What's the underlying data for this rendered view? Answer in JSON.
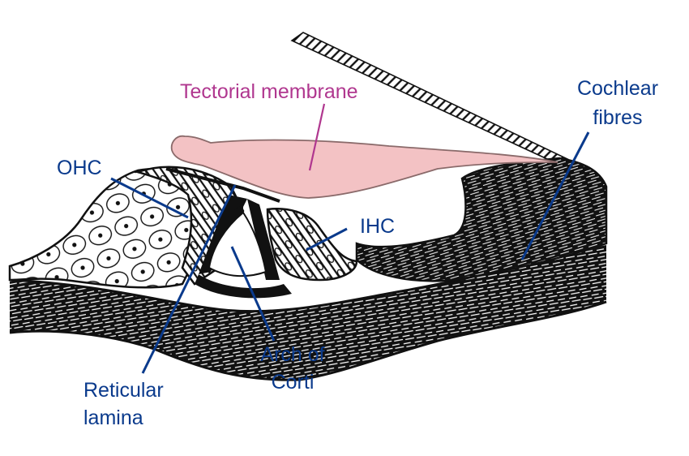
{
  "labels": {
    "tectorial": "Tectorial membrane",
    "ohc": "OHC",
    "ihc": "IHC",
    "cochlear_line1": "Cochlear",
    "cochlear_line2": "fibres",
    "arch_line1": "Arch of",
    "arch_line2": "Corti",
    "reticular_line1": "Reticular",
    "reticular_line2": "lamina"
  },
  "colors": {
    "label_blue": "#0a3a8c",
    "label_pink": "#b0378f",
    "membrane_fill": "#f3c2c4",
    "tissue_black": "#111111"
  }
}
